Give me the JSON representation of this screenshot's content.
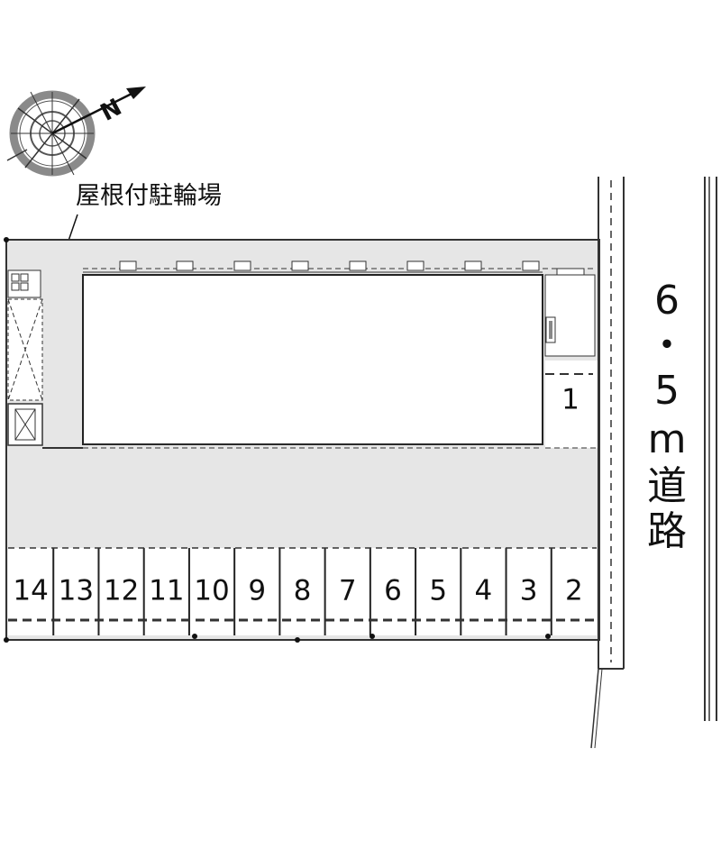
{
  "north_label": "N",
  "bicycle_parking_label": "屋根付駐輪場",
  "road_label": [
    "6",
    "・",
    "5",
    "m",
    "道",
    "路"
  ],
  "spaces": [
    "14",
    "13",
    "12",
    "11",
    "10",
    "9",
    "8",
    "7",
    "6",
    "5",
    "4",
    "3",
    "2"
  ],
  "space_1": "1",
  "colors": {
    "lot": "#e6e6e6",
    "building": "#ffffff",
    "line": "#222222",
    "compass_ring": "#8a8a8a"
  }
}
